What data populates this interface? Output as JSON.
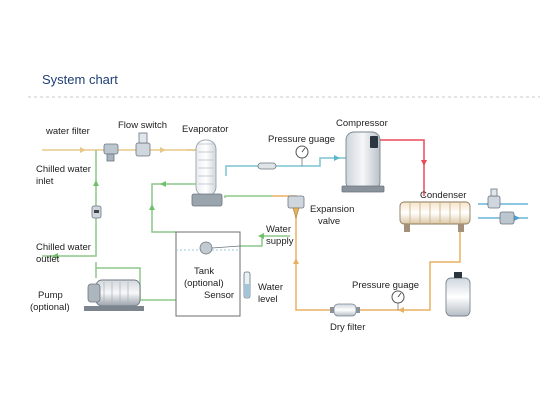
{
  "title": "System chart",
  "labels": {
    "water_filter": "water filter",
    "flow_switch": "Flow switch",
    "evaporator": "Evaporator",
    "compressor": "Compressor",
    "pressure_guage_top": "Pressure guage",
    "chilled_water_inlet_1": "Chilled water",
    "chilled_water_inlet_2": "inlet",
    "expansion_valve_1": "Expansion",
    "expansion_valve_2": "valve",
    "condenser": "Condenser",
    "water_supply_1": "Water",
    "water_supply_2": "supply",
    "chilled_water_outlet_1": "Chilled water",
    "chilled_water_outlet_2": "outlet",
    "tank_1": "Tank",
    "tank_2": "(optional)",
    "sensor": "Sensor",
    "water_level_1": "Water",
    "water_level_2": "level",
    "pump_1": "Pump",
    "pump_2": "(optional)",
    "pressure_guage_bottom": "Pressure guage",
    "dry_filter": "Dry filter"
  },
  "colors": {
    "title": "#1f3f73",
    "water_pipe": "#8dc98a",
    "refrigerant_pipe": "#e8b062",
    "suction_pipe": "#7cc4cf",
    "hot_gas_pipe": "#e84a5a",
    "condenser_water_pipe": "#6ab4d8"
  }
}
